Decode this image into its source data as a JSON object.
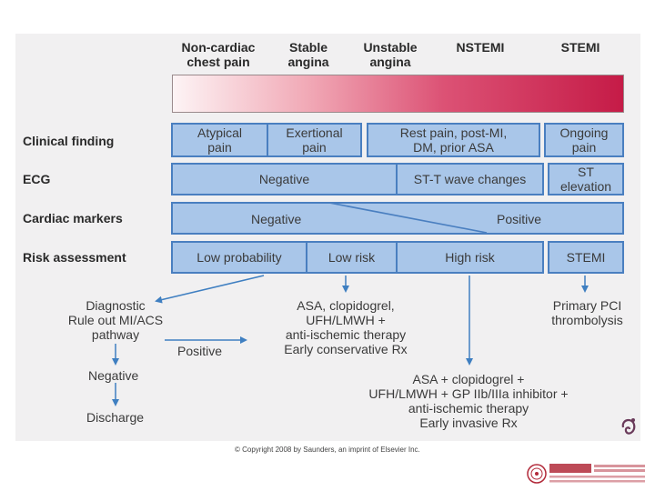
{
  "columns": [
    "Non-cardiac\nchest pain",
    "Stable\nangina",
    "Unstable\nangina",
    "NSTEMI",
    "STEMI"
  ],
  "rows": {
    "clinical": {
      "label": "Clinical finding",
      "cells": [
        "Atypical\npain",
        "Exertional\npain",
        "Rest pain, post-MI,\nDM, prior ASA",
        "Ongoing\npain"
      ]
    },
    "ecg": {
      "label": "ECG",
      "cells": [
        "Negative",
        "ST-T wave changes",
        "ST\nelevation"
      ]
    },
    "markers": {
      "label": "Cardiac markers",
      "cells": [
        "Negative",
        "Positive"
      ]
    },
    "risk": {
      "label": "Risk assessment",
      "cells": [
        "Low probability",
        "Low risk",
        "High risk",
        "STEMI"
      ]
    }
  },
  "flow": {
    "diagnostic": "Diagnostic\nRule out MI/ACS\npathway",
    "positive": "Positive",
    "negative": "Negative",
    "discharge": "Discharge",
    "conservative": "ASA, clopidogrel,\nUFH/LMWH +\nanti-ischemic therapy\nEarly conservative Rx",
    "invasive": "ASA + clopidogrel +\nUFH/LMWH + GP IIb/IIIa inhibitor +\nanti-ischemic therapy\nEarly invasive Rx",
    "stemi_rx": "Primary PCI\nthrombolysis"
  },
  "copyright": "© Copyright 2008 by Saunders, an imprint of Elsevier Inc.",
  "logo_icon": "university-seal-icon",
  "corner_icon": "publisher-emblem-icon",
  "colors": {
    "box_fill": "#a9c6e9",
    "box_border": "#4a7fc0",
    "gradient_start": "#fdf4f5",
    "gradient_end": "#c51b47"
  }
}
